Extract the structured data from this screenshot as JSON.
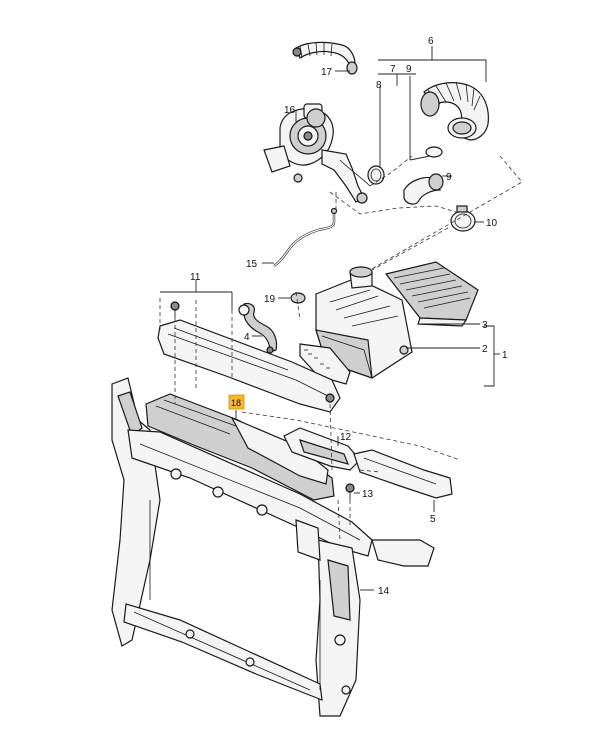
{
  "callouts": {
    "c1": "1",
    "c2": "2",
    "c3": "3",
    "c4": "4",
    "c5": "5",
    "c6": "6",
    "c7": "7",
    "c8": "8",
    "c9a": "9",
    "c9b": "9",
    "c10": "10",
    "c11": "11",
    "c12": "12",
    "c13": "13",
    "c14": "14",
    "c15": "15",
    "c16": "16",
    "c17": "17",
    "c18": "18",
    "c19": "19"
  },
  "colors": {
    "highlight": "#f7b733",
    "line": "#222222",
    "background": "#ffffff"
  }
}
